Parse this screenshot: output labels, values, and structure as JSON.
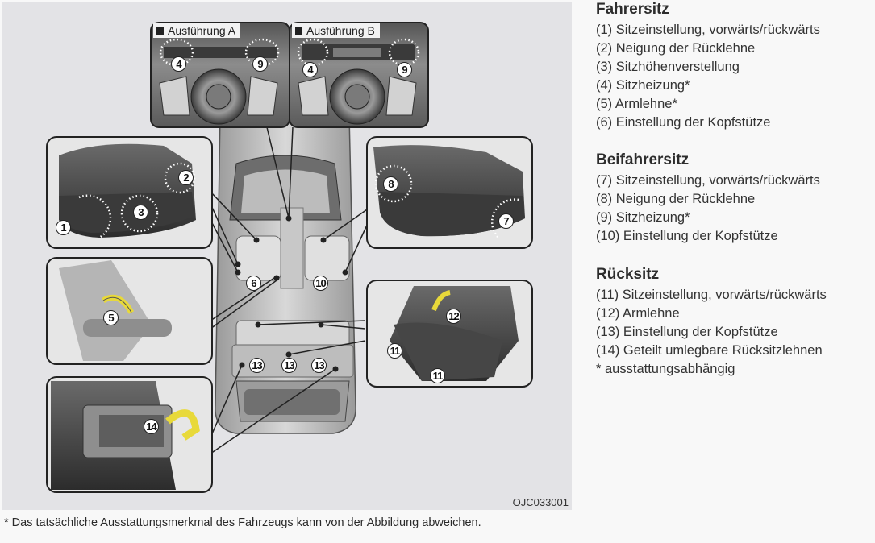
{
  "figure": {
    "id": "OJC033001",
    "variant_labels": [
      "Ausführung A",
      "Ausführung B"
    ],
    "callouts": {
      "c1": "1",
      "c2": "2",
      "c3": "3",
      "c4a": "4",
      "c4b": "4",
      "c5": "5",
      "c6": "6",
      "c7": "7",
      "c8": "8",
      "c9a": "9",
      "c9b": "9",
      "c10": "10",
      "c11a": "11",
      "c11b": "11",
      "c12": "12",
      "c13a": "13",
      "c13b": "13",
      "c13c": "13",
      "c14": "14"
    },
    "colors": {
      "panel": "#e3e3e6",
      "arrow": "#e8d93a",
      "outline": "#222222"
    }
  },
  "sections": [
    {
      "title": "Fahrersitz",
      "items": [
        "(1) Sitzeinstellung, vorwärts/rückwärts",
        "(2) Neigung der Rücklehne",
        "(3) Sitzhöhenverstellung",
        "(4) Sitzheizung*",
        "(5) Armlehne*",
        "(6) Einstellung der Kopfstütze"
      ]
    },
    {
      "title": "Beifahrersitz",
      "items": [
        "(7) Sitzeinstellung, vorwärts/rückwärts",
        "(8) Neigung der Rücklehne",
        "(9) Sitzheizung*",
        "(10) Einstellung der Kopfstütze"
      ]
    },
    {
      "title": "Rücksitz",
      "items": [
        "(11) Sitzeinstellung, vorwärts/rückwärts",
        "(12) Armlehne",
        "(13) Einstellung der Kopfstütze",
        "(14) Geteilt umlegbare Rücksitzlehnen",
        "* ausstattungsabhängig"
      ]
    }
  ],
  "footnote": "* Das tatsächliche Ausstattungsmerkmal des Fahrzeugs kann von der Abbildung abweichen."
}
